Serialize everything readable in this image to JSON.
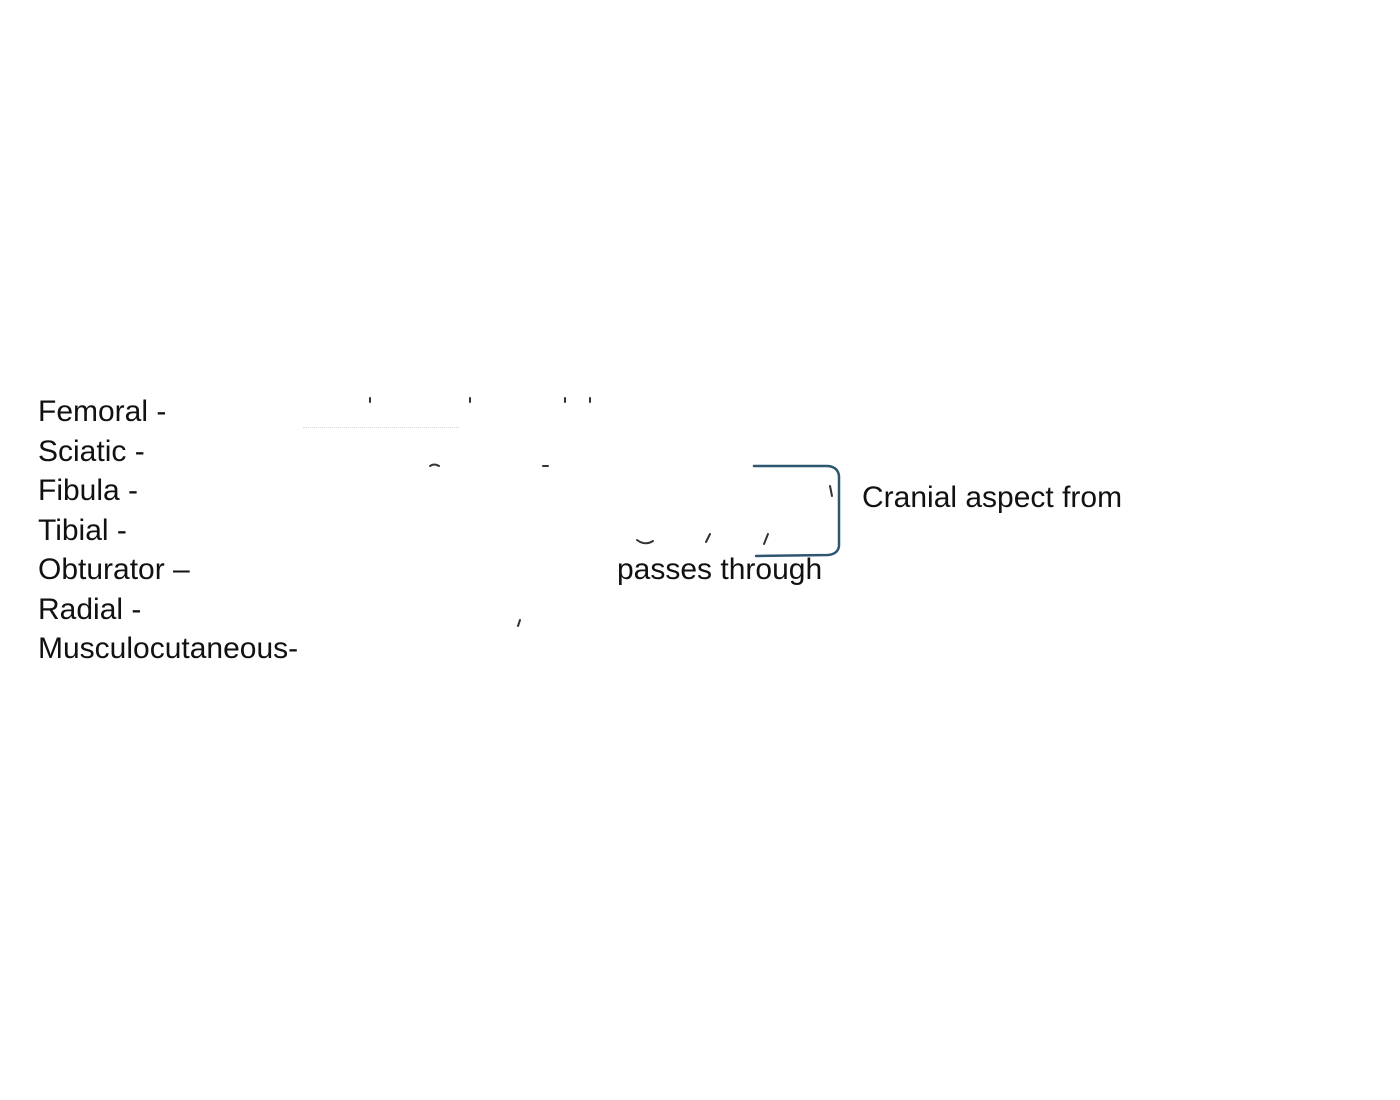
{
  "nerves": [
    {
      "label": "Femoral -"
    },
    {
      "label": "Sciatic -"
    },
    {
      "label": "Fibula -"
    },
    {
      "label": "Tibial -"
    },
    {
      "label": "Obturator –"
    },
    {
      "label": "Radial -"
    },
    {
      "label": "Musculocutaneous-"
    }
  ],
  "notes": {
    "passes_through": "passes through",
    "cranial_aspect": "Cranial aspect from"
  },
  "bracket": {
    "color": "#2f5670"
  }
}
